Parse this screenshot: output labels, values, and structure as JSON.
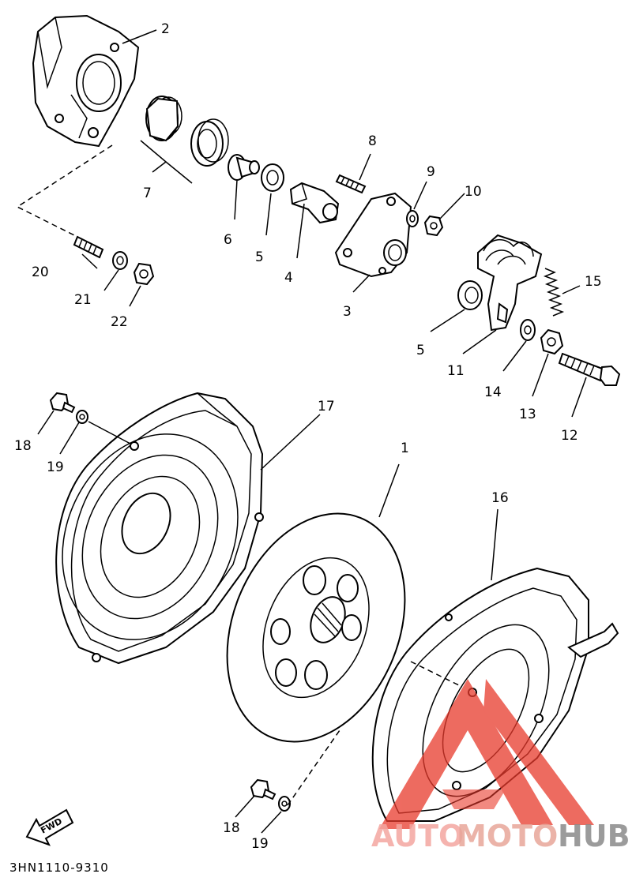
{
  "callouts": {
    "p1": "1",
    "p2": "2",
    "p3": "3",
    "p4": "4",
    "p5a": "5",
    "p5b": "5",
    "p6": "6",
    "p7": "7",
    "p8": "8",
    "p9": "9",
    "p10": "10",
    "p11": "11",
    "p12": "12",
    "p13": "13",
    "p14": "14",
    "p15": "15",
    "p16": "16",
    "p17": "17",
    "p18a": "18",
    "p18b": "18",
    "p19a": "19",
    "p19b": "19",
    "p20": "20",
    "p21": "21",
    "p22": "22"
  },
  "direction_label": "FWD",
  "diagram_code": "3HN1110-9310",
  "watermark": {
    "part1": "AUTO",
    "part2": "MOTO",
    "part3": "HUB",
    "colors": {
      "auto": "#f4a6a0",
      "moto": "#e8a69a",
      "hub": "#8a8a8a",
      "logo": "#e83a2c"
    }
  },
  "colors": {
    "line": "#000000",
    "background": "#ffffff"
  }
}
